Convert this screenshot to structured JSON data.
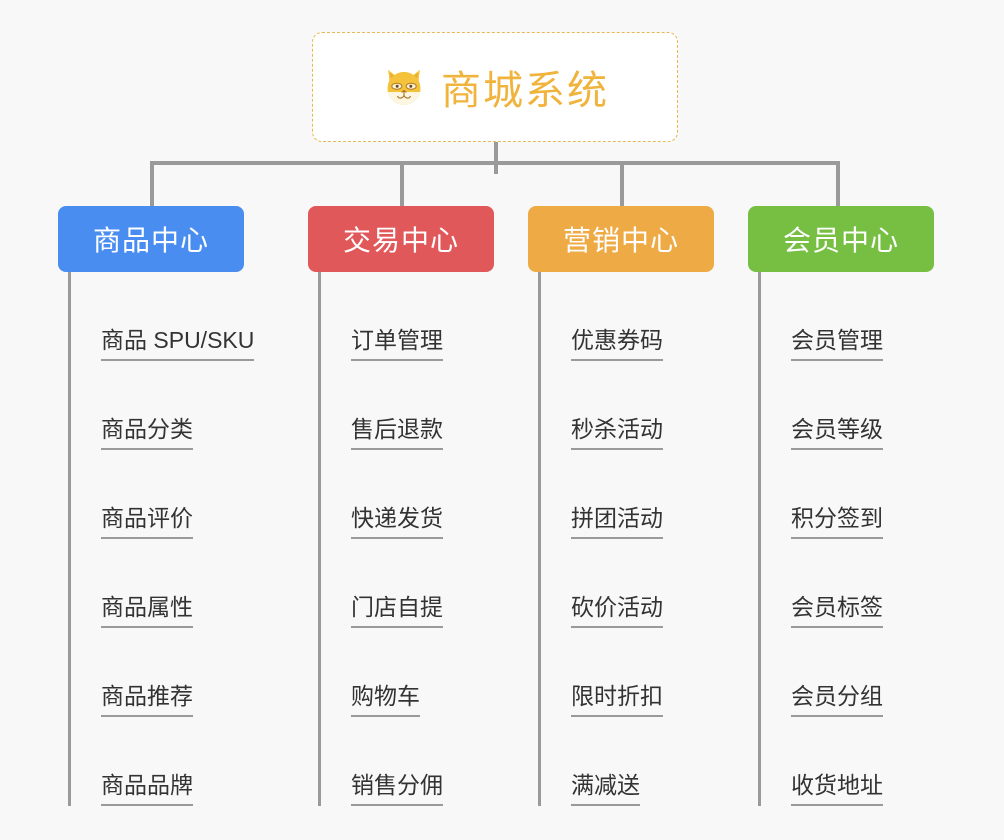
{
  "background_color": "#f8f8f8",
  "root": {
    "icon": "shiba-inu-dog-face-emoji",
    "title": "商城系统",
    "color": "#f0b33c"
  },
  "branches": [
    {
      "label": "商品中心",
      "color": "#4a8df0",
      "items": [
        "商品 SPU/SKU",
        "商品分类",
        "商品评价",
        "商品属性",
        "商品推荐",
        "商品品牌"
      ]
    },
    {
      "label": "交易中心",
      "color": "#e0585a",
      "items": [
        "订单管理",
        "售后退款",
        "快递发货",
        "门店自提",
        "购物车",
        "销售分佣"
      ]
    },
    {
      "label": "营销中心",
      "color": "#eeab45",
      "items": [
        "优惠券码",
        "秒杀活动",
        "拼团活动",
        "砍价活动",
        "限时折扣",
        "满减送"
      ]
    },
    {
      "label": "会员中心",
      "color": "#76bf43",
      "items": [
        "会员管理",
        "会员等级",
        "积分签到",
        "会员标签",
        "会员分组",
        "收货地址"
      ]
    }
  ],
  "layout": {
    "branch_left_positions": [
      58,
      308,
      528,
      748
    ],
    "connector_color": "#9a9a9a"
  }
}
